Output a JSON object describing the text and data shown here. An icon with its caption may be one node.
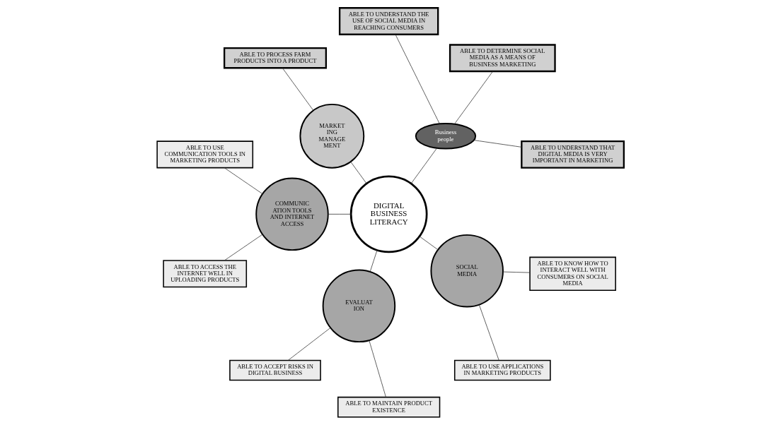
{
  "diagram": {
    "nodes": [
      {
        "text": [
          "DIGITAL BUSINESS LITERACY"
        ]
      },
      {
        "text": [
          "Business people"
        ]
      },
      {
        "text": [
          "ABLE TO UNDERSTAND THAT DIGITAL MEDIA IS VERY IMPORTANT IN MARKETING"
        ]
      },
      {
        "text": [
          "ABLE TO DETERMINE SOCIAL MEDIA AS A MEANS OF BUSINESS MARKETING"
        ]
      },
      {
        "text": [
          "ABLE TO UNDERSTAND THE USE OF SOCIAL MEDIA IN REACHING CONSUMERS"
        ]
      },
      {
        "text": [
          "MARKET ING MANAGE MENT"
        ]
      },
      {
        "text": [
          "ABLE TO PROCESS FARM PRODUCTS INTO A PRODUCT"
        ]
      },
      {
        "text": [
          "COMMUNIC ATION TOOLS AND INTERNET ACCESS"
        ]
      },
      {
        "text": [
          "ABLE TO USE COMMUNICATION TOOLS IN MARKETING PRODUCTS"
        ]
      },
      {
        "text": [
          "ABLE TO ACCESS THE INTERNET WELL IN UPLOADING PRODUCTS"
        ]
      },
      {
        "text": [
          "EVALUAT ION"
        ]
      },
      {
        "text": [
          "ABLE TO ACCEPT RISKS IN DIGITAL BUSINESS"
        ]
      },
      {
        "text": [
          "ABLE TO MAINTAIN PRODUCT EXISTENCE"
        ]
      },
      {
        "text": [
          "SOCIAL MEDIA"
        ]
      },
      {
        "text": [
          "ABLE TO USE APPLICATIONS IN MARKETING PRODUCTS"
        ]
      },
      {
        "text": [
          "ABLE TO KNOW HOW TO INTERACT WELL WITH CONSUMERS ON SOCIAL MEDIA"
        ]
      }
    ],
    "edges": [
      {
        "from": 0,
        "to": 1,
        "arrow": "none"
      },
      {
        "from": 1,
        "to": 2,
        "arrow": "none"
      },
      {
        "from": 1,
        "to": 3,
        "arrow": "none"
      },
      {
        "from": 1,
        "to": 4,
        "arrow": "none"
      },
      {
        "from": 0,
        "to": 5,
        "arrow": "none"
      },
      {
        "from": 5,
        "to": 6,
        "arrow": "none"
      },
      {
        "from": 0,
        "to": 7,
        "arrow": "none"
      },
      {
        "from": 7,
        "to": 8,
        "arrow": "none"
      },
      {
        "from": 7,
        "to": 9,
        "arrow": "none"
      },
      {
        "from": 0,
        "to": 10,
        "arrow": "none"
      },
      {
        "from": 10,
        "to": 11,
        "arrow": "none"
      },
      {
        "from": 10,
        "to": 12,
        "arrow": "none"
      },
      {
        "from": 0,
        "to": 13,
        "arrow": "none"
      },
      {
        "from": 13,
        "to": 14,
        "arrow": "none"
      },
      {
        "from": 13,
        "to": 15,
        "arrow": "none"
      }
    ]
  }
}
